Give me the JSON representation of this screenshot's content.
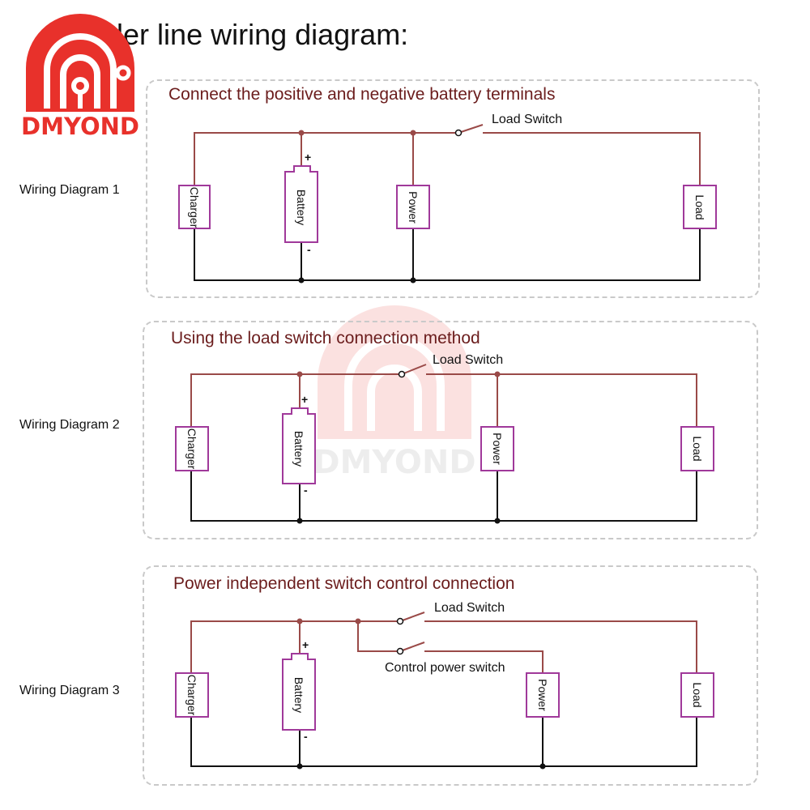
{
  "page": {
    "title": "Holder line wiring diagram:"
  },
  "brand": {
    "logo_text": "DMYOND",
    "logo_color": "#e8312b",
    "watermark_text": "DMYOND"
  },
  "colors": {
    "wire": "#9a4a48",
    "component_border": "#a0399a",
    "title_text": "#6b1d1d",
    "panel_border": "#c9c9c9"
  },
  "diagrams": [
    {
      "row_label": "Wiring Diagram 1",
      "title": "Connect the positive and negative battery terminals",
      "switch_label": "Load Switch",
      "components": {
        "charger": "Charger",
        "battery": "Battery",
        "power": "Power",
        "load": "Load"
      },
      "battery_plus": "+",
      "battery_minus": "-"
    },
    {
      "row_label": "Wiring Diagram 2",
      "title": "Using the load switch connection method",
      "switch_label": "Load Switch",
      "components": {
        "charger": "Charger",
        "battery": "Battery",
        "power": "Power",
        "load": "Load"
      },
      "battery_plus": "+",
      "battery_minus": "-"
    },
    {
      "row_label": "Wiring Diagram 3",
      "title": "Power independent switch control connection",
      "switch_label": "Load Switch",
      "control_switch_label": "Control power switch",
      "components": {
        "charger": "Charger",
        "battery": "Battery",
        "power": "Power",
        "load": "Load"
      },
      "battery_plus": "+",
      "battery_minus": "-"
    }
  ]
}
